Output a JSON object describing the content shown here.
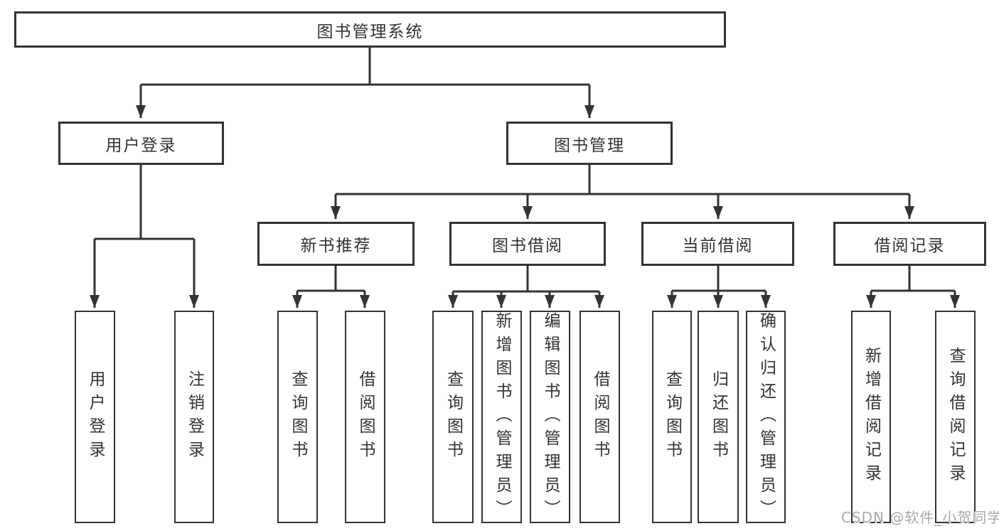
{
  "diagram": {
    "root": {
      "label": "图书管理系统"
    },
    "level2": {
      "user_login": {
        "label": "用户登录"
      },
      "book_management": {
        "label": "图书管理"
      }
    },
    "level3": {
      "new_book_recommend": {
        "label": "新书推荐"
      },
      "book_borrow": {
        "label": "图书借阅"
      },
      "current_borrow": {
        "label": "当前借阅"
      },
      "borrow_record": {
        "label": "借阅记录"
      }
    },
    "leaves": {
      "user_login": {
        "label": "用户登录"
      },
      "logout": {
        "label": "注销登录"
      },
      "rec_query_book": {
        "label": "查询图书"
      },
      "rec_borrow_book": {
        "label": "借阅图书"
      },
      "bb_query_book": {
        "label": "查询图书"
      },
      "bb_add_book": {
        "label": "新增图书（管理员）"
      },
      "bb_edit_book": {
        "label": "编辑图书（管理员）"
      },
      "bb_borrow_book": {
        "label": "借阅图书"
      },
      "cb_query_book": {
        "label": "查询图书"
      },
      "cb_return_book": {
        "label": "归还图书"
      },
      "cb_confirm_return": {
        "label": "确认归还（管理员）"
      },
      "br_add_record": {
        "label": "新增借阅记录"
      },
      "br_query_record": {
        "label": "查询借阅记录"
      }
    }
  },
  "watermark": {
    "text": "CSDN @软件_小贺同学"
  },
  "colors": {
    "line": "#333333",
    "box_border": "#333333",
    "text": "#333333",
    "background": "#ffffff",
    "watermark": "#a9a9a9"
  }
}
